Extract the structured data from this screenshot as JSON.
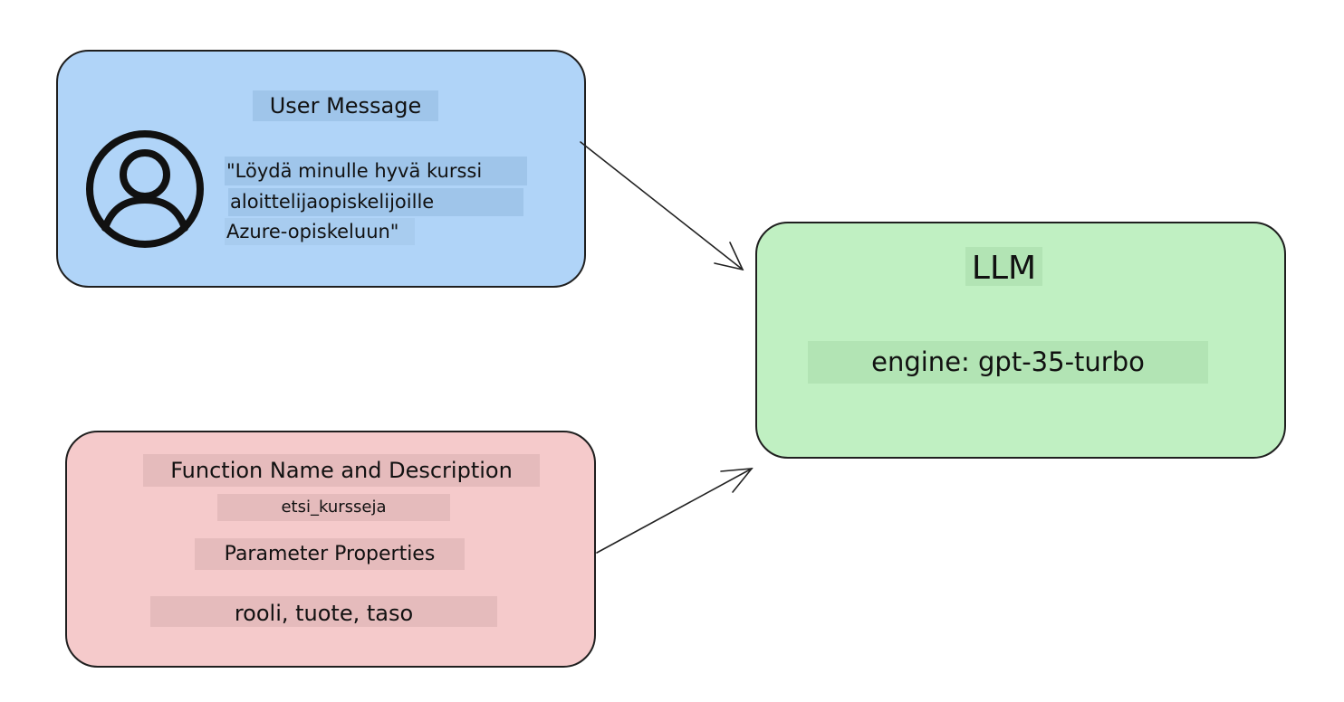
{
  "user_message": {
    "title": "User Message",
    "lines": [
      "\"Löydä minulle hyvä kurssi",
      "aloittelijaopiskelijoille",
      "Azure-opiskeluun\""
    ],
    "icon": "user-avatar-icon",
    "color": "#b0d4f8"
  },
  "llm": {
    "title": "LLM",
    "engine": "engine: gpt-35-turbo",
    "color": "#c0f0c2"
  },
  "function": {
    "title": "Function Name and Description",
    "name": "etsi_kursseja",
    "params_title": "Parameter Properties",
    "params": "rooli, tuote, taso",
    "color": "#f5cacb"
  }
}
